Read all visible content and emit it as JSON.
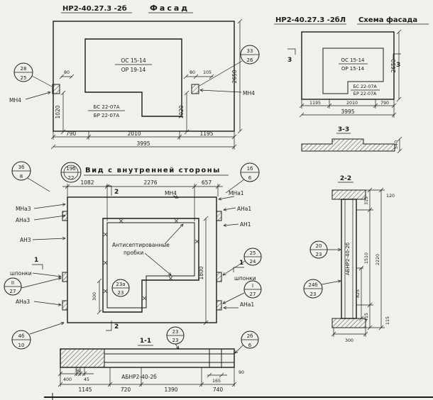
{
  "colors": {
    "ink": "#1b1b1b",
    "paper": "#f2f0ea"
  },
  "facade": {
    "code": "НР2-40.27.3 -2б",
    "name": "Фасад",
    "os": "ОС 15-14",
    "op": "ОР 19-14",
    "bs": "БС 22-07А",
    "br": "БР 22-07А",
    "mn4": "МН4",
    "co_left_num": "28",
    "co_left_den": "25",
    "co_right_num": "33",
    "co_right_den": "26",
    "d80": "80",
    "d105": "105",
    "d1020": "1020",
    "d2650": "2650",
    "d790": "790",
    "d2010": "2010",
    "d1195": "1195",
    "d3995": "3995"
  },
  "scheme": {
    "code": "НР2-40.27.3 -2бЛ",
    "name": "Схема фасада",
    "os": "ОС 15-14",
    "op": "ОР 15-14",
    "bs": "БС 22-07А",
    "br": "БР 22-07А",
    "mark": "3",
    "d2650": "2650",
    "d1195": "1195",
    "d2010": "2010",
    "d790": "790",
    "d3995": "3995",
    "sec33": "3-3",
    "d540": "540"
  },
  "inner": {
    "title": "Вид с внутренней стороны",
    "co_3b_num": "3б",
    "co_3b_den": "8",
    "co_19b_num": "19б",
    "co_19b_den": "22",
    "co_1b_num": "1б",
    "co_1b_den": "6",
    "co_25_num": "25",
    "co_25_den": "24",
    "co_23a_num": "23а",
    "co_23a_den": "23",
    "co_i_num": "I",
    "co_i_den": "27",
    "co_ii_num": "II",
    "co_ii_den": "27",
    "co_4b_num": "4б",
    "co_4b_den": "10",
    "mn4": "МН4",
    "mna1": "МНа1",
    "ana1": "АНа1",
    "an1": "АН1",
    "mna3": "МНа3",
    "ana3": "АНа3",
    "an3": "АН3",
    "shponki": "шпонки",
    "note1": "Антисептированные",
    "note2": "пробки",
    "d1082": "1082",
    "d2276": "2276",
    "d657": "657",
    "d1800": "1800",
    "d300": "300",
    "m1": "1",
    "m2": "2",
    "sec11": "1-1"
  },
  "s11": {
    "co_23_num": "23",
    "co_23_den": "23",
    "co_2b_num": "2б",
    "co_2b_den": "6",
    "label": "АБНР2-40-2б",
    "d400": "400",
    "d36": "36",
    "d45": "45",
    "d165": "165",
    "d90": "90",
    "d1145": "1145",
    "d720": "720",
    "d1390": "1390",
    "d740": "740"
  },
  "s22": {
    "title": "2-2",
    "label": "АБНР2-40-2б",
    "co_20_num": "20",
    "co_20_den": "23",
    "co_24b_num": "24б",
    "co_24b_den": "23",
    "d120": "120",
    "d315": "315",
    "d1510": "1510",
    "d2220": "2220",
    "d825": "825",
    "d415": "415",
    "d115": "115",
    "d300": "300"
  }
}
